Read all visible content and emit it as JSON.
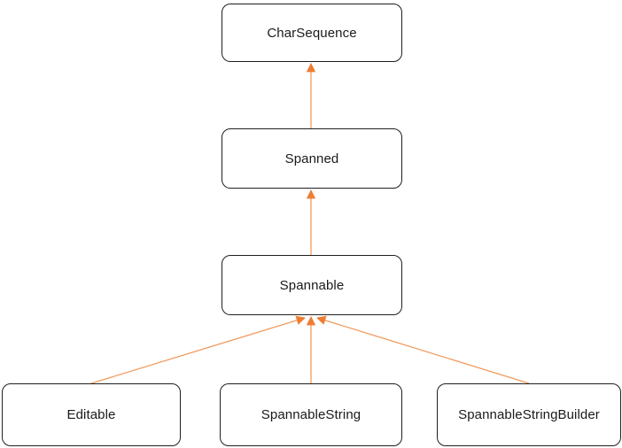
{
  "diagram": {
    "type": "class-inheritance-hierarchy",
    "nodes": [
      {
        "id": "charsequence",
        "label": "CharSequence"
      },
      {
        "id": "spanned",
        "label": "Spanned"
      },
      {
        "id": "spannable",
        "label": "Spannable"
      },
      {
        "id": "editable",
        "label": "Editable"
      },
      {
        "id": "spannablestring",
        "label": "SpannableString"
      },
      {
        "id": "spannablestringbuilder",
        "label": "SpannableStringBuilder"
      }
    ],
    "edges": [
      {
        "from": "Spanned",
        "to": "CharSequence",
        "style": "arrow-up"
      },
      {
        "from": "Spannable",
        "to": "Spanned",
        "style": "arrow-up"
      },
      {
        "from": "Editable",
        "to": "Spannable",
        "style": "arrow-up"
      },
      {
        "from": "SpannableString",
        "to": "Spannable",
        "style": "arrow-up"
      },
      {
        "from": "SpannableStringBuilder",
        "to": "Spannable",
        "style": "arrow-up"
      }
    ],
    "colors": {
      "arrow": "#ED7D31",
      "line": "#F09A5E",
      "box_border": "#1f1f1f",
      "box_fill": "#ffffff",
      "text": "#1a1a1a",
      "background": "#ffffff"
    }
  }
}
